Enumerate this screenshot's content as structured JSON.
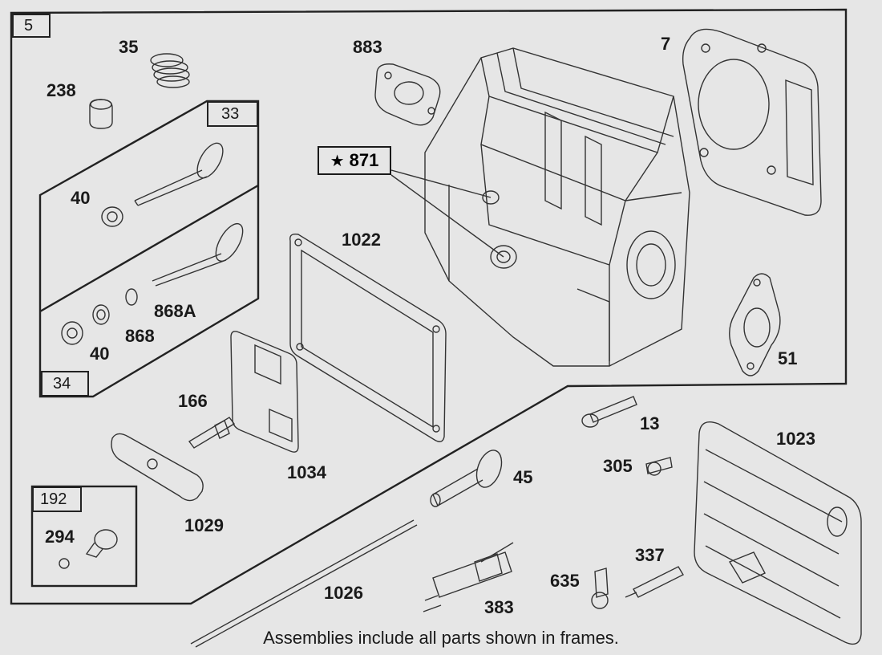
{
  "frame_labels": {
    "main": "5",
    "valve_exhaust": "33",
    "valve_intake": "34",
    "fitting": "192"
  },
  "parts": {
    "p35": "35",
    "p238": "238",
    "p883": "883",
    "p7": "7",
    "p871_star": "★",
    "p871": "871",
    "p40a": "40",
    "p1022": "1022",
    "p868A": "868A",
    "p868": "868",
    "p40b": "40",
    "p51": "51",
    "p166": "166",
    "p13": "13",
    "p1023": "1023",
    "p1034": "1034",
    "p305": "305",
    "p45": "45",
    "p1029": "1029",
    "p294": "294",
    "p337": "337",
    "p635": "635",
    "p1026": "1026",
    "p383": "383"
  },
  "footer_note": "Assemblies include all parts shown in frames."
}
